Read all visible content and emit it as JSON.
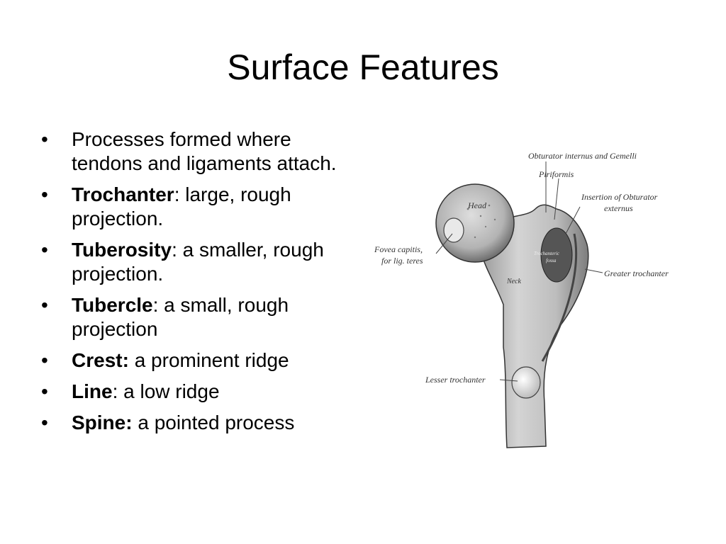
{
  "slide": {
    "title": "Surface Features",
    "bullets": [
      {
        "term": "",
        "text": "Processes formed where tendons and ligaments attach."
      },
      {
        "term": "Trochanter",
        "text": ": large, rough projection."
      },
      {
        "term": "Tuberosity",
        "text": ": a smaller, rough projection."
      },
      {
        "term": "Tubercle",
        "text": ": a small, rough projection"
      },
      {
        "term": "Crest:",
        "text": " a prominent ridge"
      },
      {
        "term": "Line",
        "text": ": a low ridge"
      },
      {
        "term": "Spine:",
        "text": " a pointed process"
      }
    ]
  },
  "figure": {
    "labels": {
      "obturator_internus": "Obturator internus and Gemelli",
      "piriformis": "Piriformis",
      "insertion_obturator_1": "Insertion of Obturator",
      "insertion_obturator_2": "externus",
      "fovea_1": "Fovea capitis,",
      "fovea_2": "for lig. teres",
      "greater_trochanter": "Greater trochanter",
      "lesser_trochanter": "Lesser trochanter",
      "head": "Head",
      "neck": "Neck",
      "trochanteric_fossa_1": "Trochanteric",
      "trochanteric_fossa_2": "fossa"
    }
  }
}
